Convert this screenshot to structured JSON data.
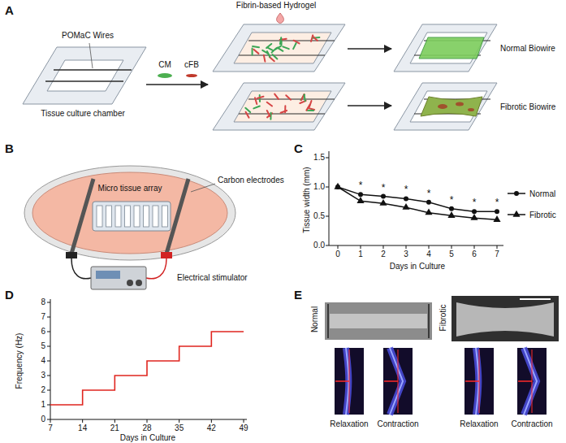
{
  "diagram": {
    "labels": [
      "A",
      "Fibrin-based Hydrogel",
      "POMaC Wires",
      "CM",
      "cFB",
      "Tissue culture chamber",
      "Normal Biowire",
      "Fibrotic Biowire",
      "B",
      "Micro tissue array",
      "Carbon electrodes",
      "Electrical stimulator",
      "C",
      "1.5",
      "1.0",
      "0.5",
      "0.0",
      "Tissue width (mm)",
      "0",
      "1",
      "2",
      "3",
      "4",
      "5",
      "6",
      "7",
      "Days in Culture",
      "*",
      "*",
      "*",
      "*",
      "*",
      "*",
      "*",
      "D",
      "0",
      "1",
      "2",
      "3",
      "4",
      "5",
      "6",
      "7",
      "8",
      "Frequency (Hz)",
      "7",
      "14",
      "21",
      "28",
      "35",
      "42",
      "49",
      "Days in Culture",
      "E",
      "Normal",
      "Fibrotic",
      "Relaxation",
      "Contraction",
      "Relaxation",
      "Contraction"
    ],
    "legend": [
      {
        "text": "Normal"
      },
      {
        "text": "Fibrotic"
      }
    ]
  }
}
